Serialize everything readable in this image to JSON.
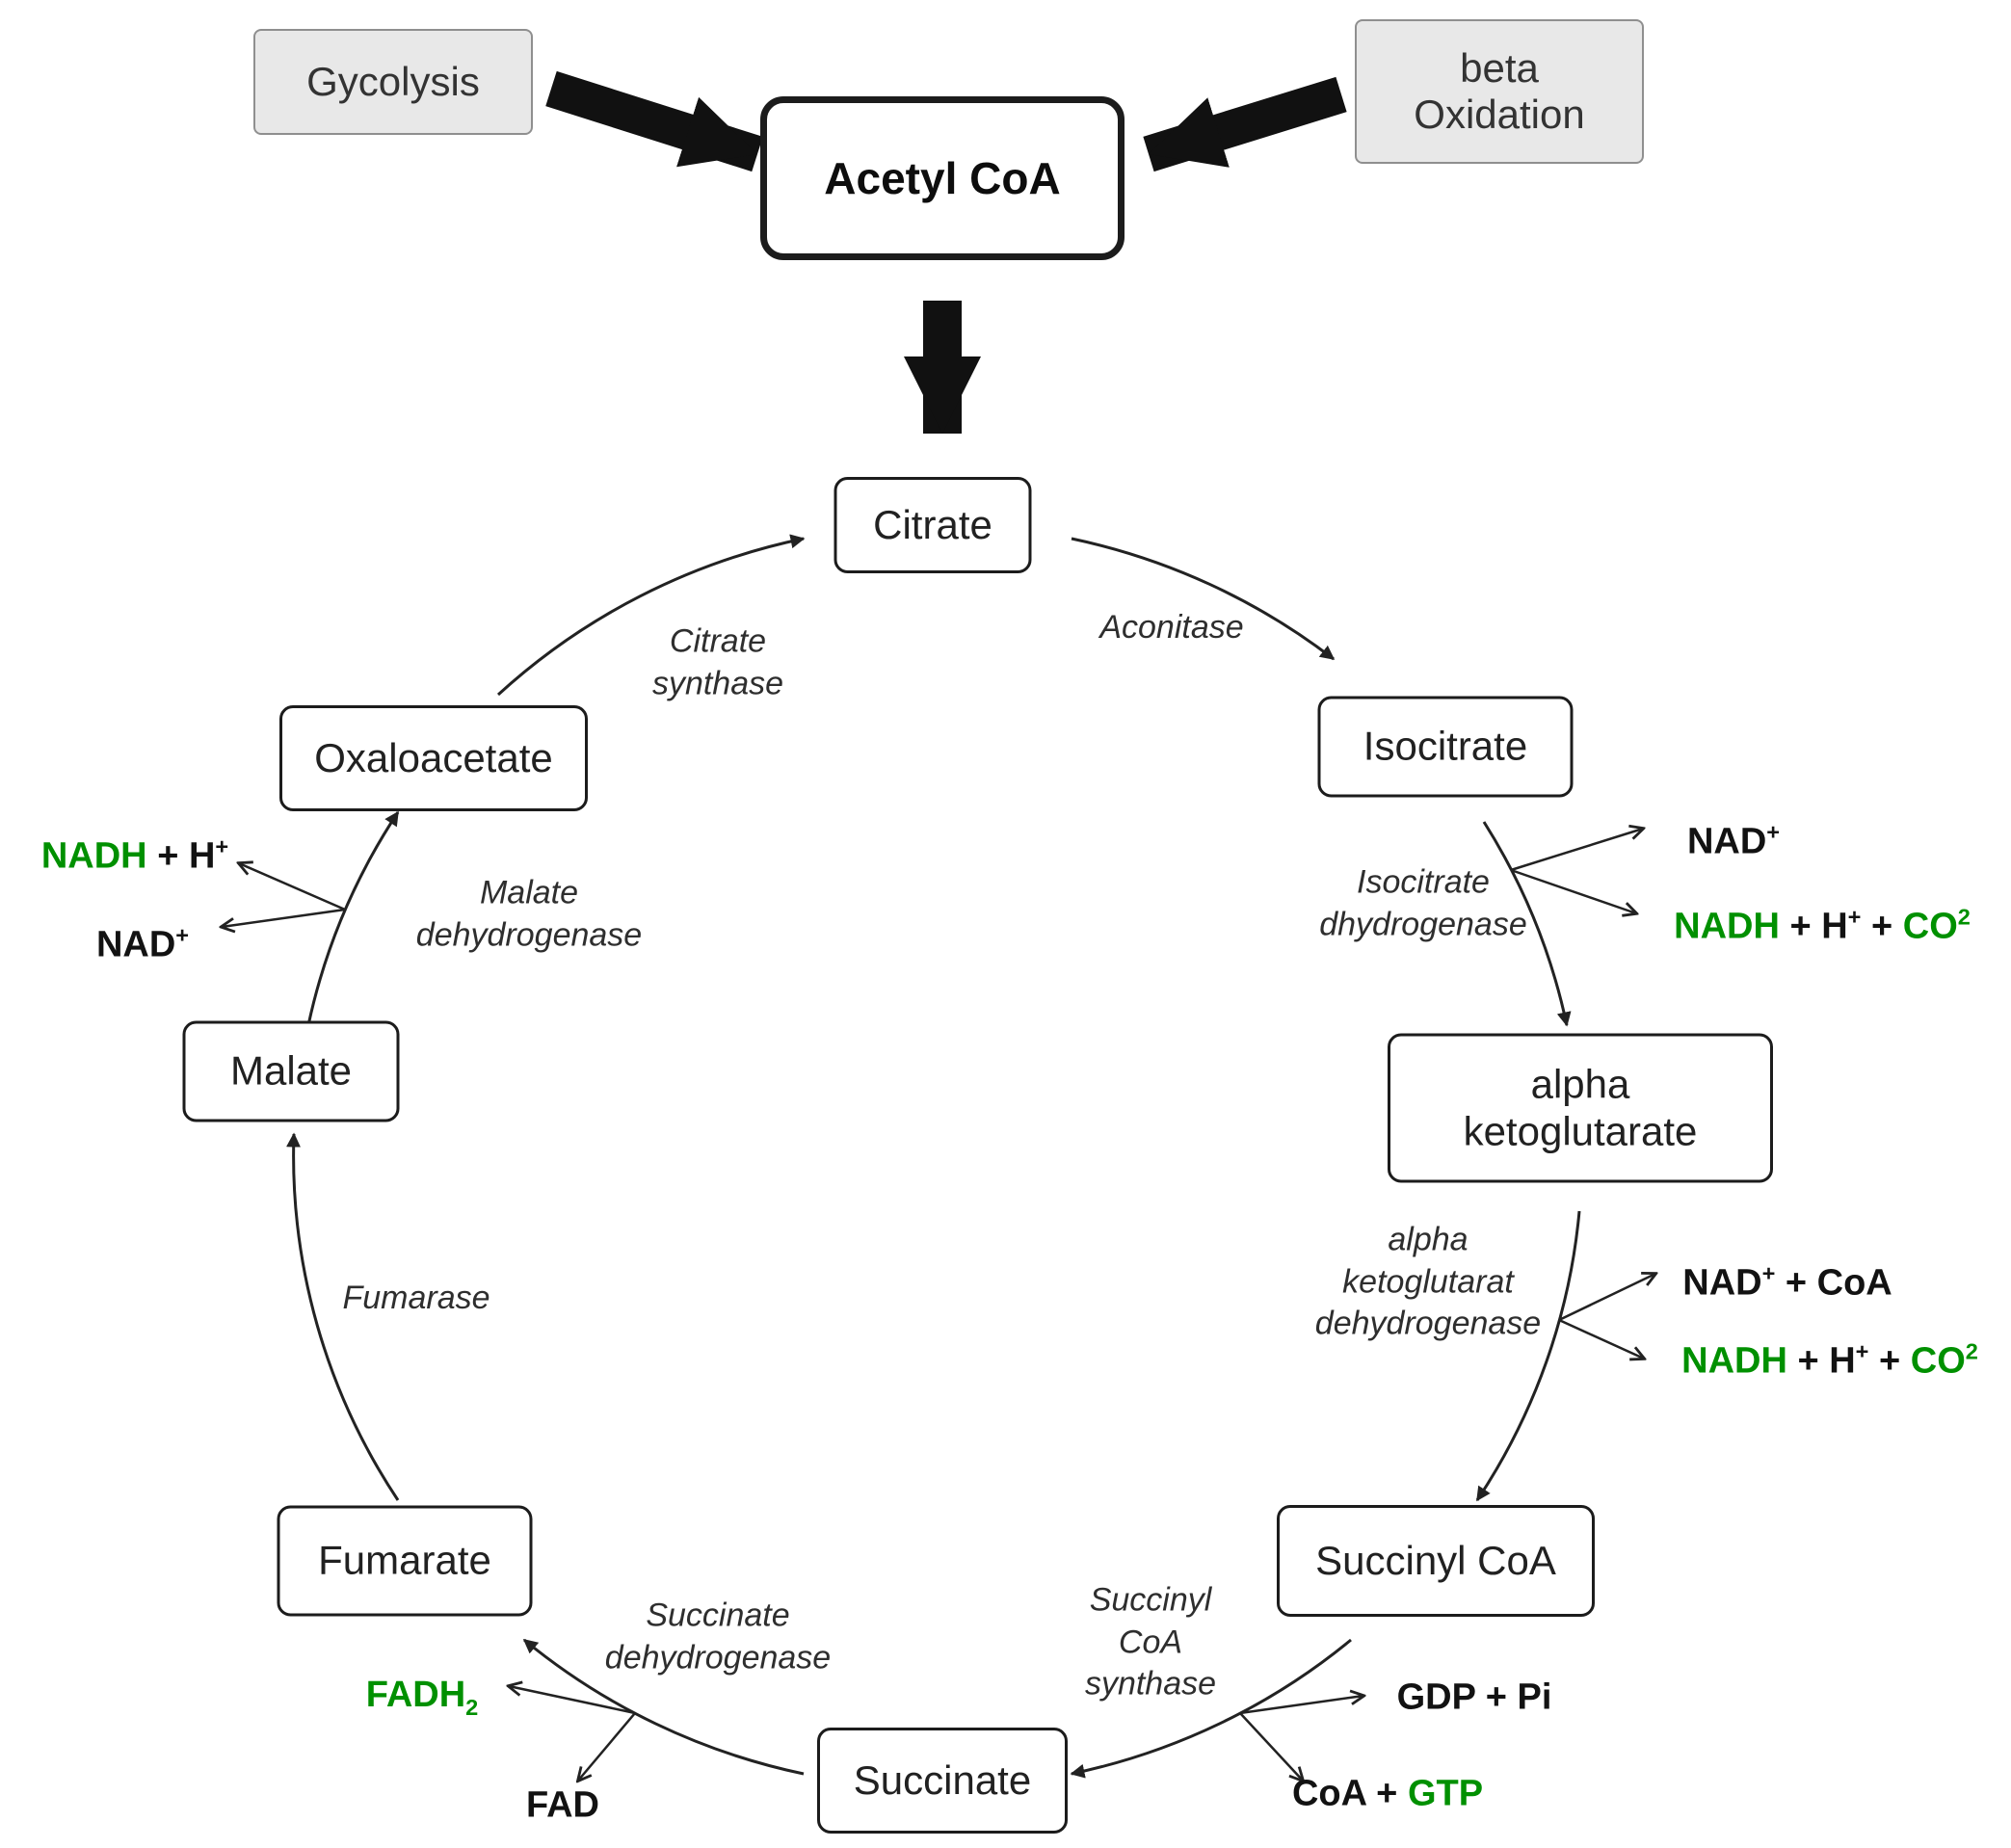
{
  "palette": {
    "green": "#009000",
    "gray_box_fill": "#e8e8e8",
    "line_black": "#1a1a1a"
  },
  "sources": {
    "glycolysis": "Gycolysis",
    "beta_oxidation": "beta\nOxidation",
    "acetyl_coa": "Acetyl CoA"
  },
  "cycle_nodes": {
    "citrate": "Citrate",
    "isocitrate": "Isocitrate",
    "alpha_ketoglutarate": "alpha\nketoglutarate",
    "succinyl_coa": "Succinyl CoA",
    "succinate": "Succinate",
    "fumarate": "Fumarate",
    "malate": "Malate",
    "oxaloacetate": "Oxaloacetate"
  },
  "enzymes": {
    "citrate_synthase": "Citrate\nsynthase",
    "aconitase": "Aconitase",
    "isocitrate_dehydrogenase": "Isocitrate\ndhydrogenase",
    "akg_dehydrogenase": "alpha\nketoglutarat\ndehydrogenase",
    "succinyl_coa_synthase": "Succinyl\nCoA\nsynthase",
    "succinate_dehydrogenase": "Succinate\ndehydrogenase",
    "fumarase": "Fumarase",
    "malate_dehydrogenase": "Malate\ndehydrogenase"
  },
  "cofactors": {
    "isocitrate_nad": [
      {
        "t": "NAD"
      },
      {
        "t": "+",
        "sup": true
      }
    ],
    "isocitrate_nadh": [
      {
        "t": "NADH",
        "c": "#009000"
      },
      {
        "t": " + H"
      },
      {
        "t": "+",
        "sup": true
      },
      {
        "t": " + "
      },
      {
        "t": "CO",
        "c": "#009000"
      },
      {
        "t": "2",
        "sup": true,
        "c": "#009000"
      }
    ],
    "akg_nad_coa": [
      {
        "t": "NAD"
      },
      {
        "t": "+",
        "sup": true
      },
      {
        "t": " + CoA"
      }
    ],
    "akg_nadh": [
      {
        "t": "NADH",
        "c": "#009000"
      },
      {
        "t": " + H"
      },
      {
        "t": "+",
        "sup": true
      },
      {
        "t": " + "
      },
      {
        "t": "CO",
        "c": "#009000"
      },
      {
        "t": "2",
        "sup": true,
        "c": "#009000"
      }
    ],
    "succinyl_gdp_pi": [
      {
        "t": "GDP + Pi"
      }
    ],
    "succinyl_coa_gtp": [
      {
        "t": "CoA + "
      },
      {
        "t": "GTP",
        "c": "#009000"
      }
    ],
    "succinate_fadh2": [
      {
        "t": "FADH",
        "c": "#009000"
      },
      {
        "t": "2",
        "sub": true,
        "c": "#009000"
      }
    ],
    "succinate_fad": [
      {
        "t": "FAD"
      }
    ],
    "malate_nadh": [
      {
        "t": "NADH",
        "c": "#009000"
      },
      {
        "t": " + H"
      },
      {
        "t": "+",
        "sup": true
      }
    ],
    "malate_nad": [
      {
        "t": "NAD"
      },
      {
        "t": "+",
        "sup": true
      }
    ]
  }
}
